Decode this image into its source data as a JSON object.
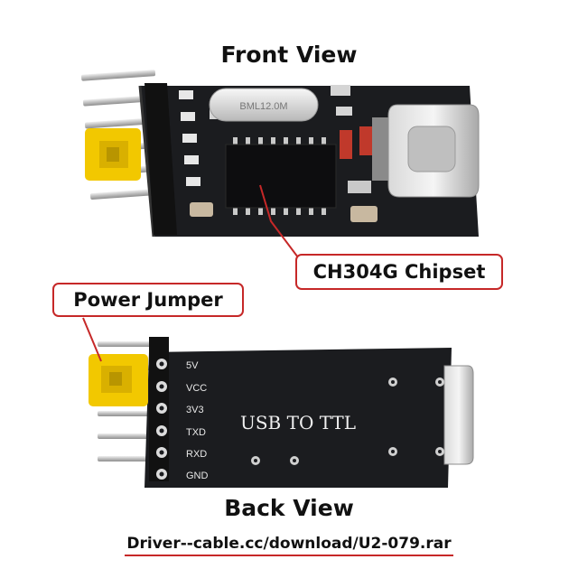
{
  "titles": {
    "front": "Front View",
    "back": "Back View"
  },
  "callouts": {
    "chipset": "CH304G Chipset",
    "jumper": "Power Jumper"
  },
  "crystal_marking": "BML12.0M",
  "back_board": {
    "silkscreen": "USB TO TTL",
    "pins": [
      "5V",
      "VCC",
      "3V3",
      "TXD",
      "RXD",
      "GND"
    ]
  },
  "footer": {
    "link": "Driver--cable.cc/download/U2-079.rar"
  },
  "colors": {
    "pcb": "#1b1c1f",
    "jumper": "#f2c800",
    "callout_border": "#c62828",
    "pin_metal": "#c9c9c9"
  }
}
